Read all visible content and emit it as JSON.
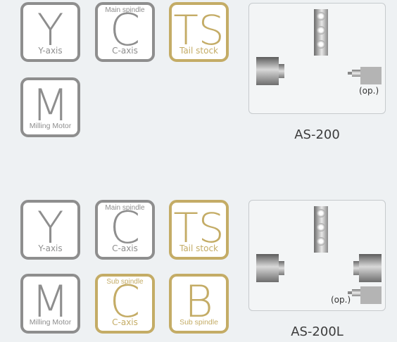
{
  "section1": {
    "tiles": {
      "y": {
        "big": "Y",
        "bottom": "Y-axis"
      },
      "c": {
        "top": "Main spindle",
        "big": "C",
        "bottom": "C-axis"
      },
      "ts": {
        "big": "TS",
        "bottom": "Tail stock"
      },
      "m": {
        "big": "M",
        "bottom": "Milling Motor"
      }
    },
    "op_label": "(op.)",
    "model": "AS-200"
  },
  "section2": {
    "tiles": {
      "y": {
        "big": "Y",
        "bottom": "Y-axis"
      },
      "c": {
        "top": "Main spindle",
        "big": "C",
        "bottom": "C-axis"
      },
      "ts": {
        "big": "TS",
        "bottom": "Tail stock"
      },
      "m": {
        "big": "M",
        "bottom": "Milling Motor"
      },
      "subc": {
        "top": "Sub spindle",
        "big": "C",
        "bottom": "C-axis"
      },
      "b": {
        "big": "B",
        "bottom": "Sub spindle"
      }
    },
    "op_label": "(op.)",
    "model": "AS-200L"
  },
  "colors": {
    "gray": "#8e8e8e",
    "gold": "#c4ac66",
    "background": "#eef1f3"
  }
}
